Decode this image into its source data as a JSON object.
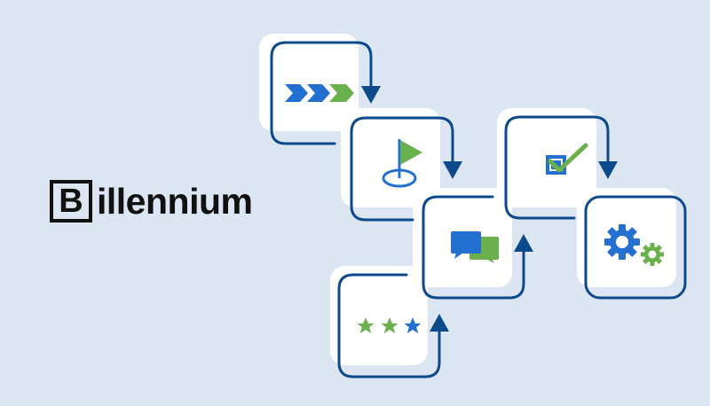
{
  "logo": {
    "initial": "B",
    "rest": "illennium",
    "full": "Billennium"
  },
  "colors": {
    "background": "#dce6f3",
    "outline": "#0d4a8c",
    "blue": "#2470d0",
    "green": "#6ab04c",
    "card": "#ffffff"
  },
  "steps": [
    {
      "icon": "chevrons-progress-icon"
    },
    {
      "icon": "goal-flag-icon"
    },
    {
      "icon": "chat-bubbles-icon"
    },
    {
      "icon": "three-stars-rating-icon"
    },
    {
      "icon": "checkbox-check-icon"
    },
    {
      "icon": "gears-icon"
    }
  ]
}
